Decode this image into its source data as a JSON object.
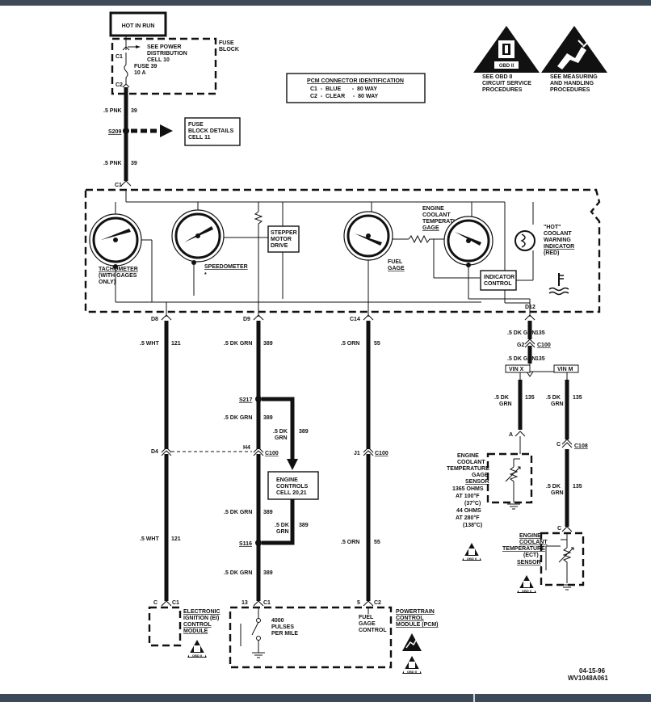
{
  "header": {
    "hot_in_run": "HOT IN RUN",
    "see_power": "SEE POWER",
    "distribution": "DISTRIBUTION",
    "cell_10": "CELL 10",
    "fuse_block_1": "FUSE",
    "fuse_block_2": "BLOCK",
    "c1": "C1",
    "c2": "C2",
    "fuse_39": "FUSE 39",
    "fuse_10a": "10 A"
  },
  "pcm_connector": {
    "title": "PCM CONNECTOR IDENTIFICATION",
    "row1": "C1  -  BLUE       -  80 WAY",
    "row2": "C2  -  CLEAR     -  80 WAY"
  },
  "badges": {
    "obd_label": "OBD II",
    "obd_small": "OBD II",
    "obd_caption": [
      "SEE OBD II",
      "CIRCUIT SERVICE",
      "PROCEDURES"
    ],
    "esd_caption": [
      "SEE MEASURING",
      "AND HANDLING",
      "PROCEDURES"
    ]
  },
  "power_feed": {
    "wire_top": ".5 PNK",
    "wire_top_num": "39",
    "splice": "S209",
    "wire_bottom": ".5 PNK",
    "wire_bottom_num": "39",
    "fuse_details": [
      "FUSE",
      "BLOCK DETAILS",
      "CELL 11"
    ],
    "cluster_c1": "C1"
  },
  "cluster": {
    "tachometer": "TACHOMETER",
    "tach_note": [
      "(WITH GAGES",
      "ONLY)"
    ],
    "speedometer": "SPEEDOMETER",
    "star": "*",
    "stepper": [
      "STEPPER",
      "MOTOR",
      "DRIVE"
    ],
    "fuel": [
      "FUEL",
      "GAGE"
    ],
    "ect_gage": [
      "ENGINE",
      "COOLANT",
      "TEMPERATURE",
      "GAGE"
    ],
    "indicator_control": [
      "INDICATOR",
      "CONTROL"
    ],
    "hot_indicator": [
      "\"HOT\"",
      "COOLANT",
      "WARNING",
      "INDICATOR",
      "(RED)"
    ]
  },
  "circuits": {
    "tach": {
      "pin": "D8",
      "wire": ".5 WHT",
      "num": "121",
      "pin_mid": "D4",
      "wire2": ".5 WHT",
      "num2": "121",
      "conn_pin": "C",
      "conn": "C1"
    },
    "speed": {
      "pin": "D9",
      "wire": ".5 DK GRN",
      "num": "389",
      "splice1": "S217",
      "wire2": ".5 DK GRN",
      "num2": "389",
      "pin_mid": "H4",
      "conn_mid": "C100",
      "wire3": ".5 DK GRN",
      "num3": "389",
      "splice2": "S116",
      "wire4": ".5 DK GRN",
      "num4": "389",
      "conn_pin": "13",
      "conn": "C1",
      "branch_wire": [
        ".5 DK",
        "GRN"
      ],
      "branch_num": "389",
      "branch_wire2": [
        ".5 DK",
        "GRN"
      ],
      "branch_num2": "389"
    },
    "fuel": {
      "pin": "C14",
      "wire": ".5 ORN",
      "num": "55",
      "pin_mid": "J1",
      "conn_mid": "C100",
      "wire2": ".5 ORN",
      "num2": "55",
      "conn_pin": "5",
      "conn": "C2"
    },
    "ect": {
      "pin": "D12",
      "wire": ".5 DK GRN",
      "num": "135",
      "g2": "G2",
      "c100": "C100",
      "wire2": ".5 DK GRN",
      "num2": "135",
      "vin_x": "VIN  X",
      "vin_m": "VIN  M",
      "left_wire": [
        ".5 DK",
        "GRN"
      ],
      "left_num": "135",
      "right_wire": [
        ".5 DK",
        "GRN"
      ],
      "right_num": "135",
      "a_pin": "A",
      "c_pin": "C",
      "c108": "C108",
      "right_wire2": [
        ".5 DK",
        "GRN"
      ],
      "right_num2": "135",
      "c_pin2": "C"
    }
  },
  "engine_controls": [
    "ENGINE",
    "CONTROLS",
    "CELL 20,21"
  ],
  "modules": {
    "ei": [
      "ELECTRONIC",
      "IGNITION (EI)",
      "CONTROL",
      "MODULE"
    ],
    "pcm": [
      "POWERTRAIN",
      "CONTROL",
      "MODULE (PCM)"
    ],
    "pulses": [
      "4000",
      "PULSES",
      "PER MILE"
    ],
    "fuel_gage_control": [
      "FUEL",
      "GAGE",
      "CONTROL"
    ]
  },
  "sensors": {
    "ect_gage_sensor": [
      "ENGINE",
      "COOLANT",
      "TEMPERATURE",
      "GAGE",
      "SENSOR",
      "1365 OHMS",
      "AT 100°F",
      "(37°C)",
      "44 OHMS",
      "AT 280°F",
      "(138°C)"
    ],
    "ect_sensor": [
      "ENGINE",
      "COOLANT",
      "TEMPERATURE",
      "(ECT)",
      "SENSOR"
    ]
  },
  "footer": {
    "date": "04-15-96",
    "code": "WV1048A061"
  }
}
